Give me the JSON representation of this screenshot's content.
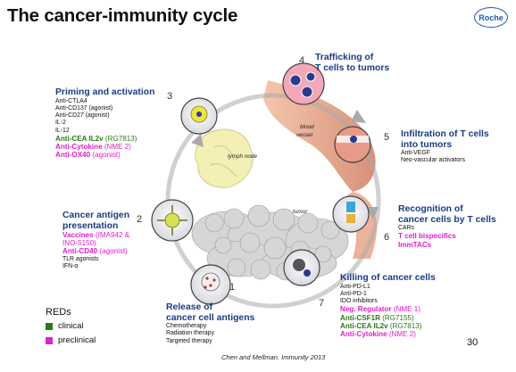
{
  "title": "The cancer-immunity cycle",
  "logo_text": "Roche",
  "colors": {
    "header": "#1b3c84",
    "clinical": "#2a7a1a",
    "preclinical": "#e020c8"
  },
  "steps": [
    {
      "number": "1",
      "title": [
        "Release of",
        "cancer cell antigens"
      ],
      "items": [
        {
          "text": "Chemotherapy",
          "style": "plain"
        },
        {
          "text": "Radiation therapy",
          "style": "plain"
        },
        {
          "text": "Targeted therapy",
          "style": "plain"
        }
      ]
    },
    {
      "number": "2",
      "title": [
        "Cancer antigen",
        "presentation"
      ],
      "items": [
        {
          "text": "Vaccines",
          "note": "(IMA942 &",
          "style": "preclinical"
        },
        {
          "text": "INO-5150)",
          "style": "preclinical-note"
        },
        {
          "text": "Anti-CD40",
          "note": "(agonist)",
          "style": "preclinical"
        },
        {
          "text": "TLR agonists",
          "style": "plain"
        },
        {
          "text": "IFN-α",
          "style": "plain"
        }
      ]
    },
    {
      "number": "3",
      "title": [
        "Priming and activation"
      ],
      "items": [
        {
          "text": "Anti-CTLA4",
          "style": "plain"
        },
        {
          "text": "Anti-CD137 (agonist)",
          "style": "plain"
        },
        {
          "text": "Anti-CD27 (agonist)",
          "style": "plain"
        },
        {
          "text": "IL-2",
          "style": "plain"
        },
        {
          "text": "IL-12",
          "style": "plain"
        },
        {
          "text": "Anti-CEA IL2v",
          "note": "(RG7813)",
          "style": "clinical"
        },
        {
          "text": "Anti-Cytokine",
          "note": "(NME 2)",
          "style": "preclinical"
        },
        {
          "text": "Anti-OX40",
          "note": "(agonist)",
          "style": "preclinical"
        }
      ]
    },
    {
      "number": "4",
      "title": [
        "Trafficking of",
        "T cells to tumors"
      ],
      "items": []
    },
    {
      "number": "5",
      "title": [
        "Infiltration of T cells",
        "into tumors"
      ],
      "items": [
        {
          "text": "Anti-VEGF",
          "style": "plain"
        },
        {
          "text": "Neo-vascular activators",
          "style": "plain"
        }
      ]
    },
    {
      "number": "6",
      "title": [
        "Recognition of",
        "cancer cells by T cells"
      ],
      "items": [
        {
          "text": "CARs",
          "style": "plain"
        },
        {
          "text": "T cell bispecifics",
          "style": "preclinical"
        },
        {
          "text": "ImmTACs",
          "style": "preclinical"
        }
      ]
    },
    {
      "number": "7",
      "title": [
        "Killing of cancer cells"
      ],
      "items": [
        {
          "text": "Anti-PD-L1",
          "style": "plain"
        },
        {
          "text": "Anti-PD-1",
          "style": "plain"
        },
        {
          "text": "IDO inhibitors",
          "style": "plain"
        },
        {
          "text": "Neg. Regulator",
          "note": "(NME 1)",
          "style": "preclinical"
        },
        {
          "text": "Anti-CSF1R",
          "note": "(RG7155)",
          "style": "clinical"
        },
        {
          "text": "Anti-CEA IL2v",
          "note": "(RG7813)",
          "style": "clinical"
        },
        {
          "text": "Anti-Cytokine",
          "note": "(NME 2)",
          "style": "preclinical"
        }
      ]
    }
  ],
  "diagram_labels": {
    "lymph_node": "lymph node",
    "blood_vessel": [
      "blood",
      "vessel"
    ],
    "tumor": "tumor"
  },
  "legend": {
    "title": "REDs",
    "clinical": "clinical",
    "preclinical": "preclinical"
  },
  "page_number": "30",
  "citation": "Chen and Mellman. Immunity 2013"
}
